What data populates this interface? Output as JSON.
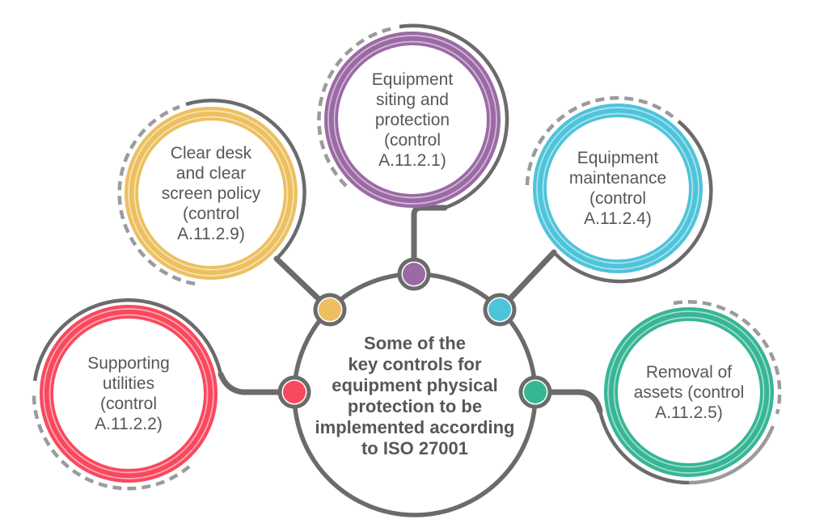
{
  "colors": {
    "outline": "#6b6b6b",
    "dashed_outline": "#9b9b9b",
    "label_text": "#56575b",
    "background": "#ffffff"
  },
  "center_circle": {
    "lines": [
      "Some of the",
      "key controls for",
      "equipment physical",
      "protection to be",
      "implemented according",
      "to ISO 27001"
    ]
  },
  "nodes": [
    {
      "id": "equipment-siting-and-protection",
      "color": "#9b6aa5",
      "lines": [
        "Equipment",
        "siting and",
        "protection",
        "(control",
        "A.11.2.1)"
      ]
    },
    {
      "id": "clear-desk-and-clear-screen-policy",
      "color": "#ecc05f",
      "lines": [
        "Clear desk",
        "and clear",
        "screen policy",
        "(control",
        "A.11.2.9)"
      ]
    },
    {
      "id": "equipment-maintenance",
      "color": "#4ec4da",
      "lines": [
        "Equipment",
        "maintenance",
        "(control",
        "A.11.2.4)"
      ]
    },
    {
      "id": "supporting-utilities",
      "color": "#f9495e",
      "lines": [
        "Supporting",
        "utilities",
        "(control",
        "A.11.2.2)"
      ]
    },
    {
      "id": "removal-of-assets",
      "color": "#36b695",
      "lines": [
        "Removal of",
        "assets (control",
        "A.11.2.5)"
      ]
    }
  ]
}
